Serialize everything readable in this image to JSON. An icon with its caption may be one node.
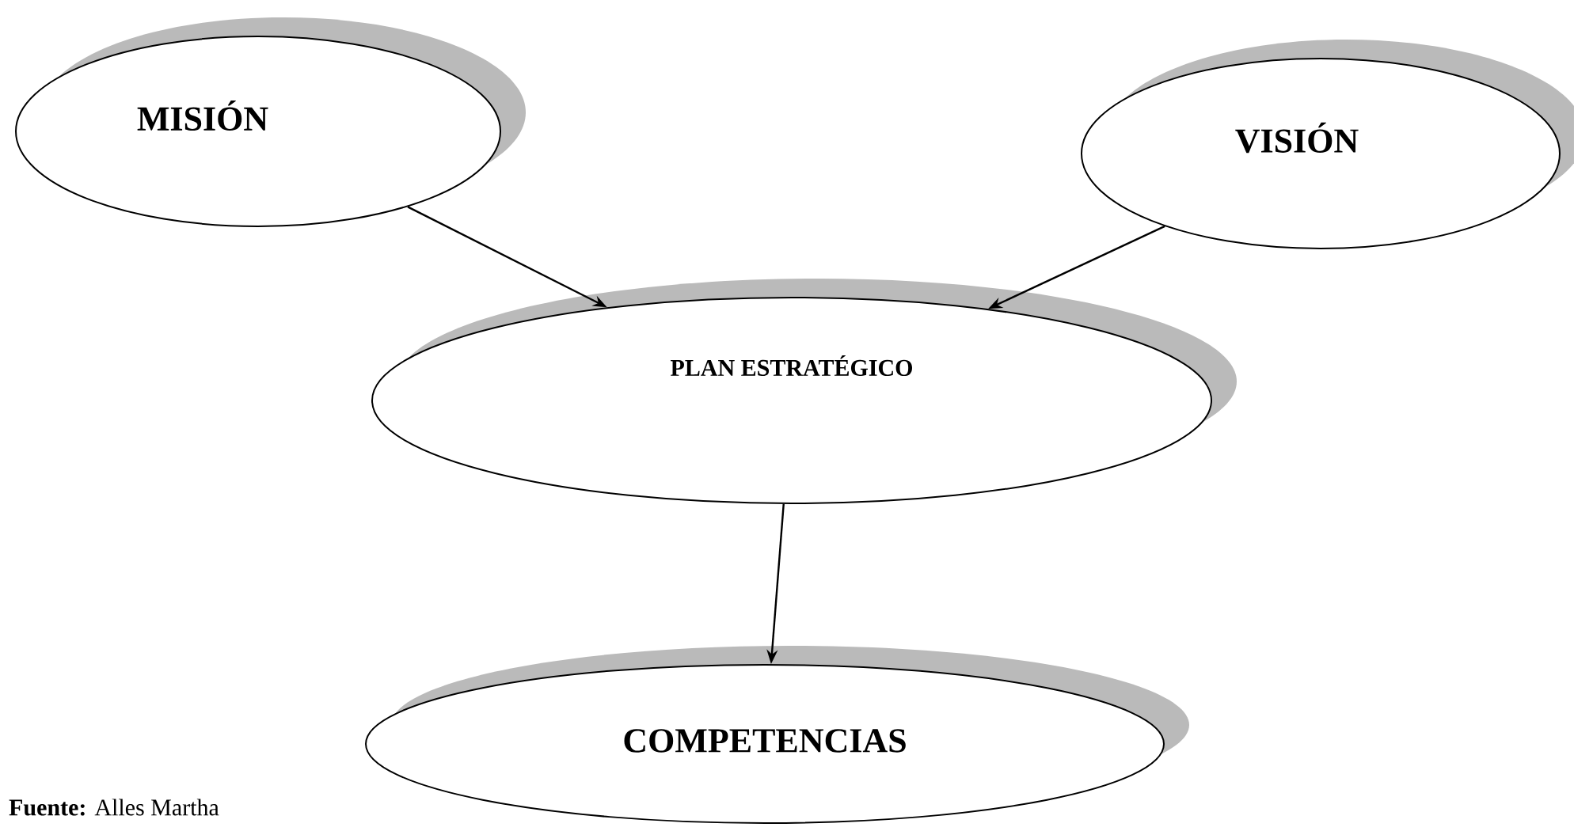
{
  "diagram": {
    "nodes": [
      {
        "text": [
          "MISIÓN"
        ]
      },
      {
        "text": [
          "VISIÓN"
        ]
      },
      {
        "text": [
          "PLAN ESTRATÉGICO"
        ]
      },
      {
        "text": [
          "COMPETENCIAS"
        ]
      }
    ],
    "edges": [
      {
        "from": 0,
        "to": 2,
        "arrow": "to"
      },
      {
        "from": 1,
        "to": 2,
        "arrow": "to"
      },
      {
        "from": 2,
        "to": 3,
        "arrow": "to"
      }
    ],
    "labels": [
      "**Fuente:** Alles Martha"
    ]
  }
}
